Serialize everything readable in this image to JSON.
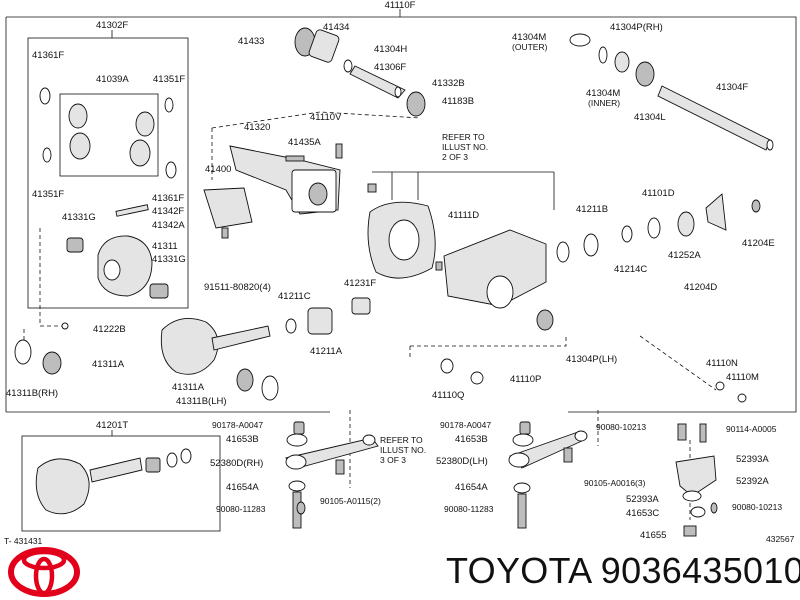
{
  "diagram": {
    "top_assembly": "41110F",
    "drawing_id_left": "T- 431431",
    "drawing_id_right": "432567",
    "refs": {
      "refer_2of3": [
        "REFER TO",
        "ILLUST NO.",
        "2 OF 3"
      ],
      "refer_3of3": [
        "REFER TO",
        "ILLUST NO.",
        "3 OF 3"
      ]
    },
    "labels": {
      "p41302F": "41302F",
      "p41361F_a": "41361F",
      "p41039A": "41039A",
      "p41351F_a": "41351F",
      "p41351F_b": "41351F",
      "p41361F_b": "41361F",
      "p41342F": "41342F",
      "p41342A": "41342A",
      "p41331G_a": "41331G",
      "p41311": "41311",
      "p41331G_b": "41331G",
      "p41222B": "41222B",
      "p41311B_rh": "41311B(RH)",
      "p41311A_a": "41311A",
      "p41311A_b": "41311A",
      "p41311B_lh": "41311B(LH)",
      "p41433": "41433",
      "p41434": "41434",
      "p41304H": "41304H",
      "p41306F": "41306F",
      "p41332B": "41332B",
      "p41183B": "41183B",
      "p41320": "41320",
      "p41110V": "41110V",
      "p41435A": "41435A",
      "p41400": "41400",
      "p91511": "91511-80820(4)",
      "p41211C": "41211C",
      "p41211A": "41211A",
      "p41231F": "41231F",
      "p41111D": "41111D",
      "p41304M_outer": "41304M",
      "p_outer": "(OUTER)",
      "p41304P_rh": "41304P(RH)",
      "p41304M_inner": "41304M",
      "p_inner": "(INNER)",
      "p41304L": "41304L",
      "p41304F": "41304F",
      "p41101D": "41101D",
      "p41211B": "41211B",
      "p41214C": "41214C",
      "p41252A": "41252A",
      "p41204E": "41204E",
      "p41204D": "41204D",
      "p41304P_lh": "41304P(LH)",
      "p41110N": "41110N",
      "p41110M": "41110M",
      "p41110Q": "41110Q",
      "p41110P": "41110P",
      "p41201T": "41201T",
      "p90178_a": "90178-A0047",
      "p41653B_a": "41653B",
      "p52380D_rh": "52380D(RH)",
      "p41654A_a": "41654A",
      "p90080_11283_a": "90080-11283",
      "p90105_2": "90105-A0115(2)",
      "p90178_b": "90178-A0047",
      "p41653B_b": "41653B",
      "p52380D_lh": "52380D(LH)",
      "p41654A_b": "41654A",
      "p90080_11283_b": "90080-11283",
      "p90080_10213_a": "90080-10213",
      "p90114": "90114-A0005",
      "p52393A_a": "52393A",
      "p52392A": "52392A",
      "p90105_3": "90105-A0016(3)",
      "p52393A_b": "52393A",
      "p41653C": "41653C",
      "p90080_10213_b": "90080-10213",
      "p41655": "41655"
    }
  },
  "footer": {
    "brand_text": "TOYOTA 9036435010",
    "logo_color": "#e2001a"
  }
}
